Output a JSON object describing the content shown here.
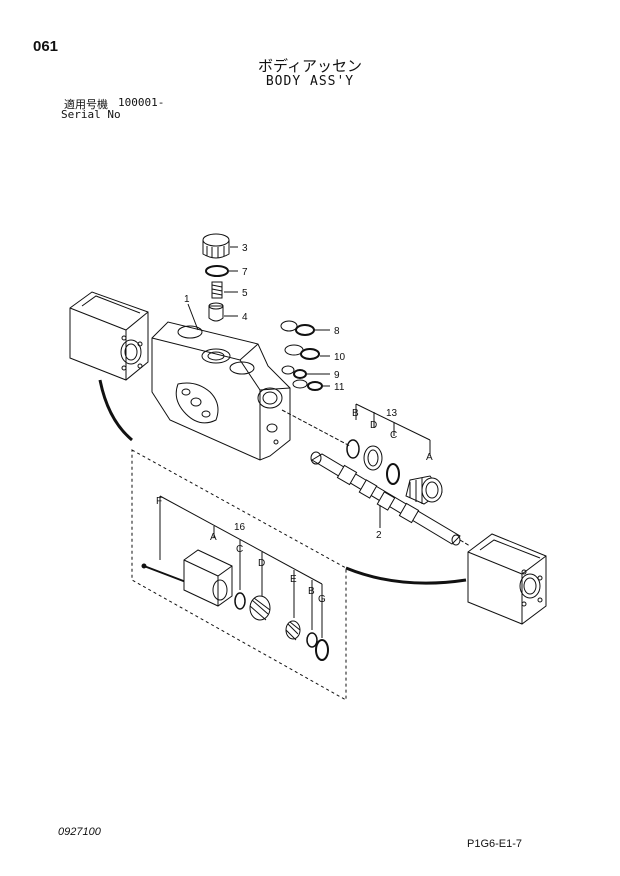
{
  "header": {
    "page_number": "061",
    "title_jp": "ボディアッセン",
    "title_en": "BODY ASS'Y",
    "serial_label_jp": "適用号機",
    "serial_value": "100001-",
    "serial_label_en": "Serial No"
  },
  "callouts": {
    "c1": "1",
    "c2": "2",
    "c3": "3",
    "c4": "4",
    "c5": "5",
    "c7": "7",
    "c8": "8",
    "c9": "9",
    "c10": "10",
    "c11": "11",
    "c13": "13",
    "c16": "16",
    "a13": "A",
    "b13": "B",
    "c13x": "C",
    "d13": "D",
    "a16": "A",
    "b16": "B",
    "c16x": "C",
    "d16": "D",
    "e16": "E",
    "f16": "F",
    "g16": "G"
  },
  "footer": {
    "doc_number": "0927100",
    "page_code": "P1G6-E1-7"
  }
}
